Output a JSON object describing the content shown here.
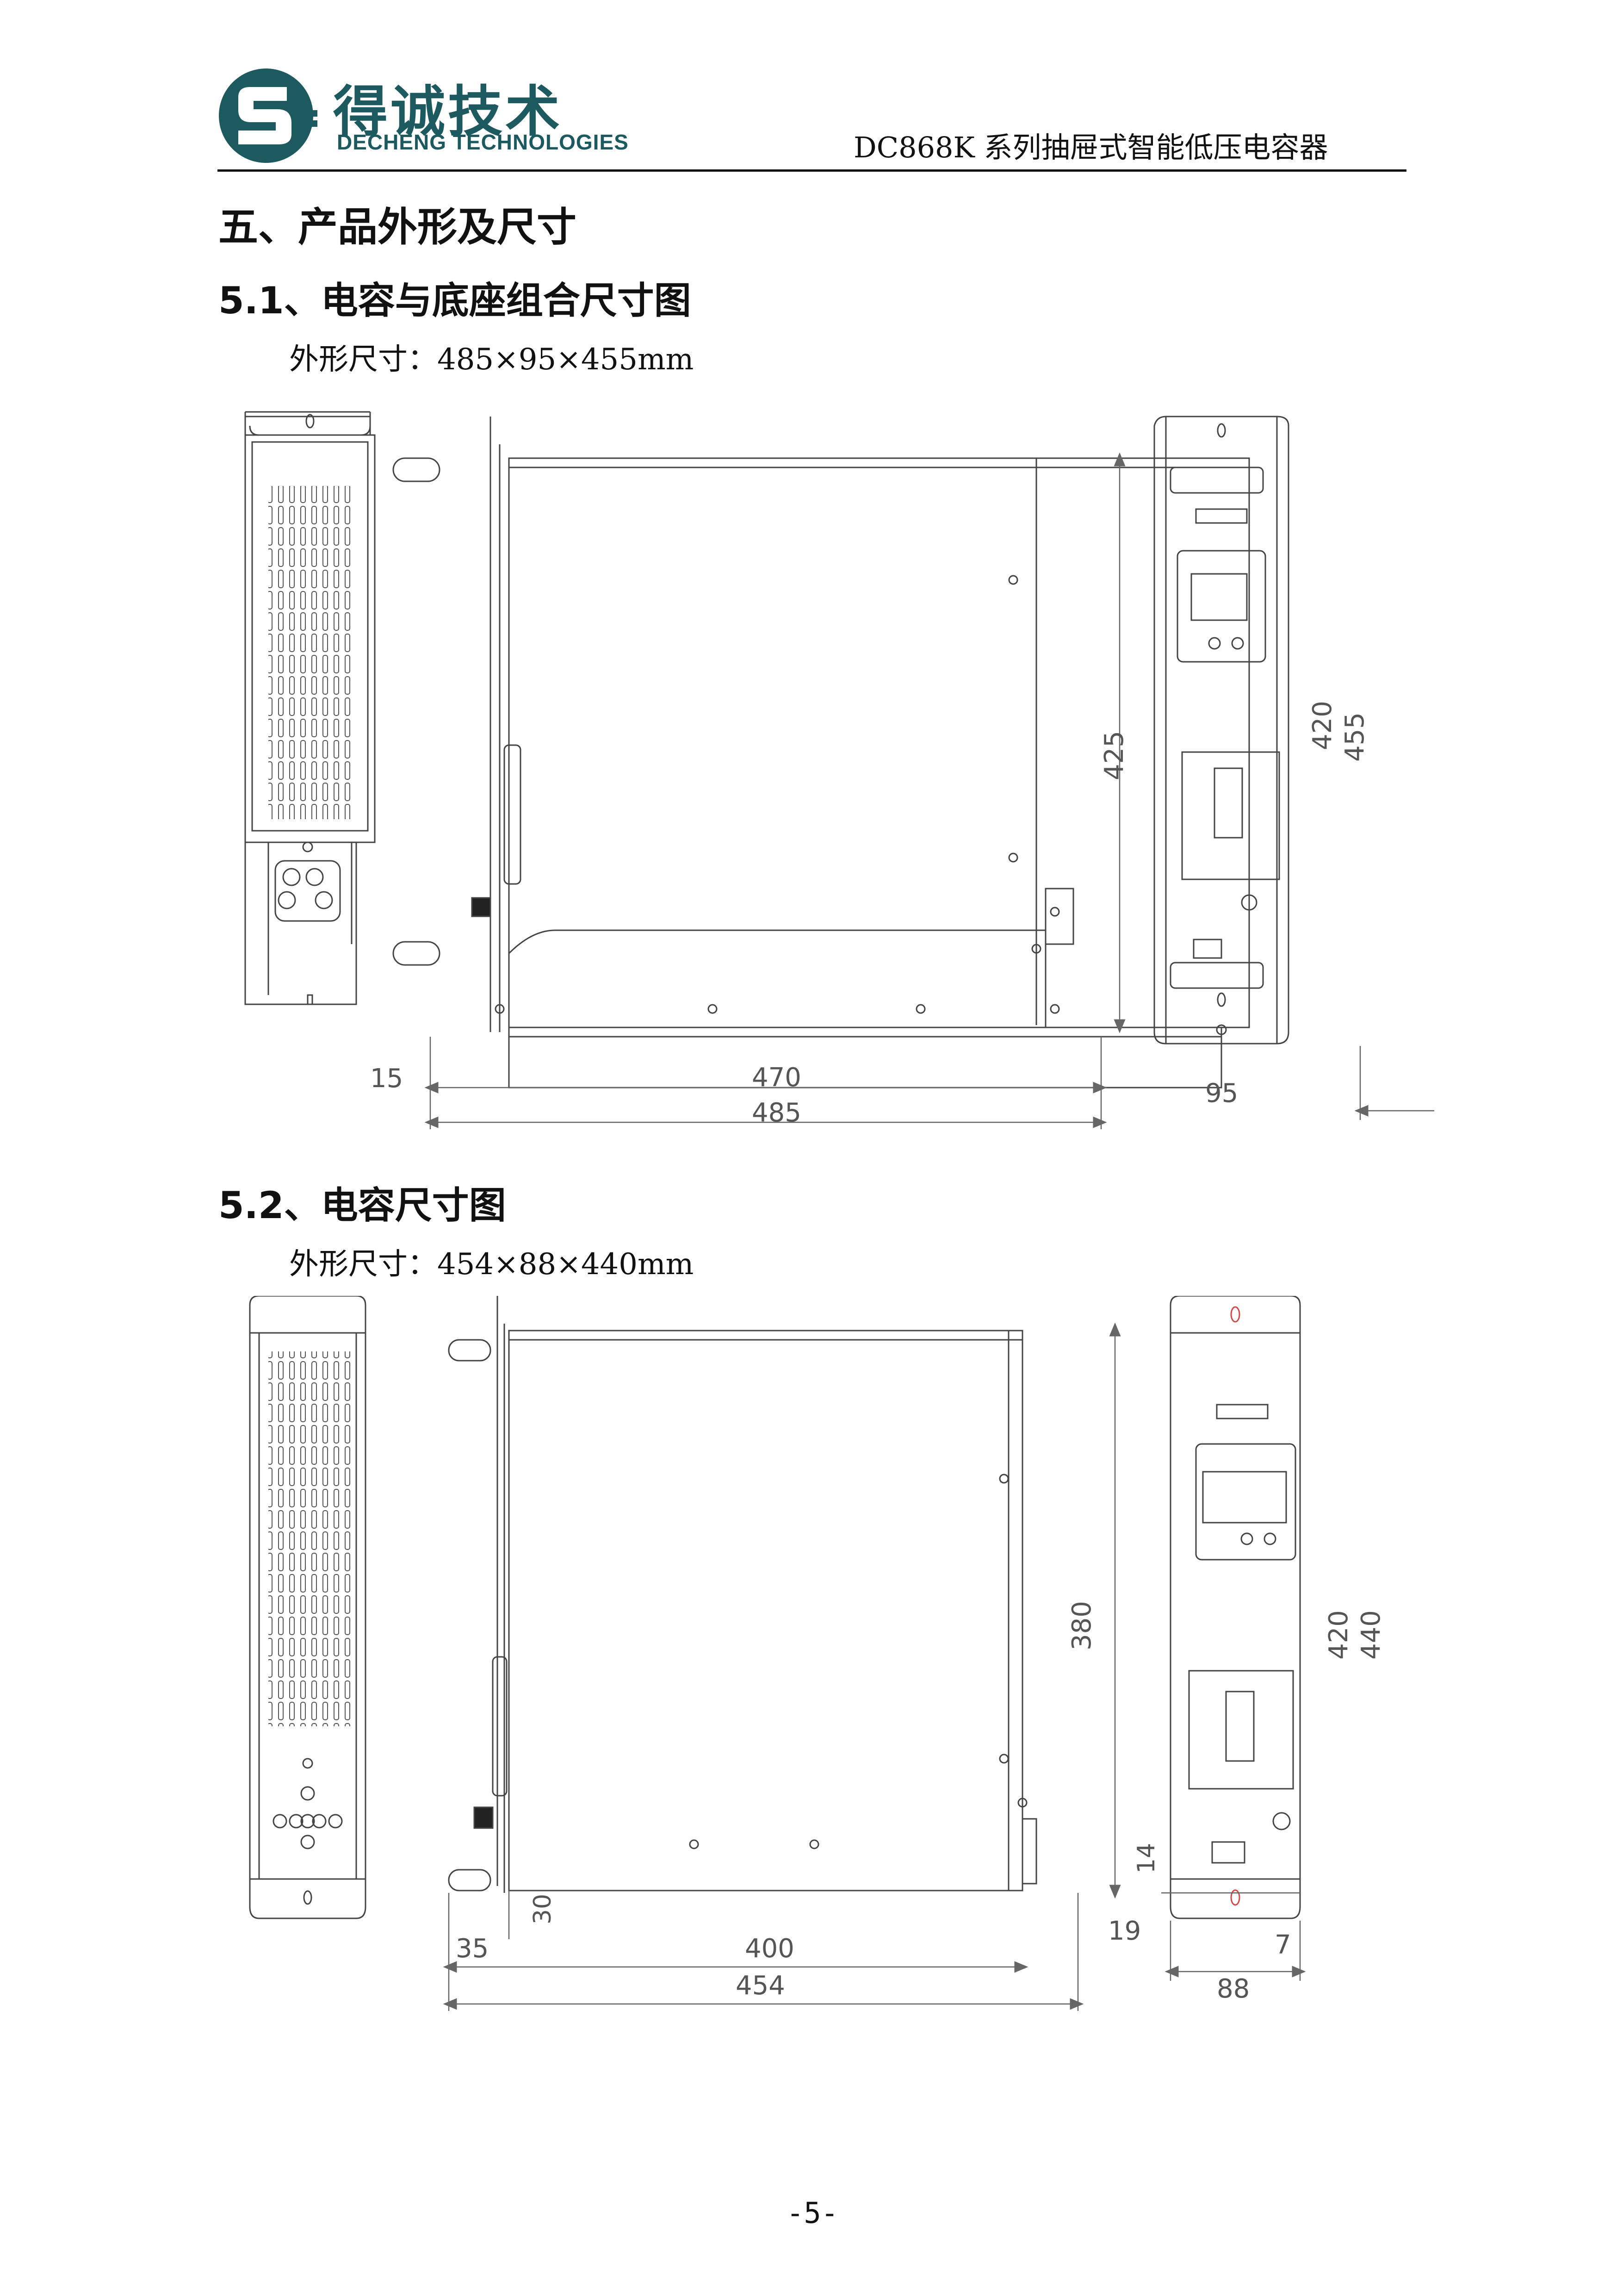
{
  "header": {
    "company_cn": "得诚技术",
    "company_en": "DECHENG TECHNOLOGIES",
    "document_title": "DC868K 系列抽屉式智能低压电容器"
  },
  "section": {
    "title": "五、产品外形及尺寸"
  },
  "figure1": {
    "heading": "5.1、电容与底座组合尺寸图",
    "dimensions_text": "外形尺寸：485×95×455mm",
    "labels": {
      "d15": "15",
      "d470": "470",
      "d485": "485",
      "d425": "425",
      "d420": "420",
      "d455": "455",
      "d95": "95"
    }
  },
  "figure2": {
    "heading": "5.2、电容尺寸图",
    "dimensions_text": "外形尺寸：454×88×440mm",
    "labels": {
      "d35": "35",
      "d400": "400",
      "d454": "454",
      "d30": "30",
      "d380": "380",
      "d19": "19",
      "d14": "14",
      "d420": "420",
      "d440": "440",
      "d7": "7",
      "d88": "88"
    }
  },
  "footer": {
    "page_number": "-5-"
  },
  "colors": {
    "brand": "#1d5a60",
    "line": "#555555",
    "dimension": "#666666",
    "mark_red": "#d24a4a"
  }
}
